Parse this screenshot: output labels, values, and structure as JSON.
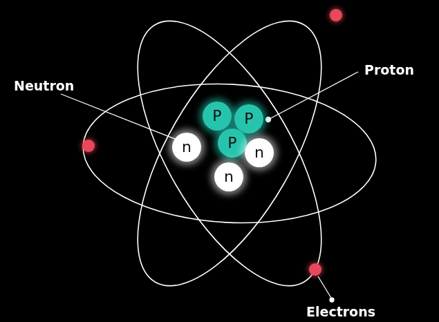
{
  "diagram": {
    "nodes": [
      {
        "text": [
          "P"
        ]
      },
      {
        "text": [
          "P"
        ]
      },
      {
        "text": [
          "n"
        ]
      },
      {
        "text": [
          "P"
        ]
      },
      {
        "text": [
          "n"
        ]
      },
      {
        "text": [
          "n"
        ]
      }
    ],
    "labels": [
      "Neutron",
      "Proton",
      "Electrons"
    ]
  }
}
